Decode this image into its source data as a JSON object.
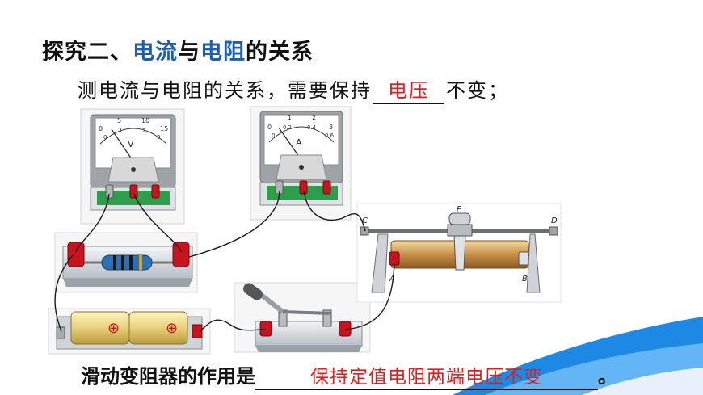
{
  "title": {
    "part1": "探究二、",
    "part2": "电流",
    "part3": "与",
    "part4": "电阻",
    "part5": "的关系"
  },
  "line1": {
    "prefix": "测电流与电阻的关系，需要保持",
    "answer": "电压",
    "suffix": "不变；"
  },
  "bottom": {
    "prefix": "滑动变阻器的作用是",
    "answer": "保持定值电阻两端电压不变",
    "suffix": "。"
  },
  "voltmeter": {
    "unit": "V",
    "scale_top": [
      "0",
      "5",
      "10",
      "15"
    ],
    "scale_bottom": [
      "0",
      "1",
      "2",
      "3"
    ]
  },
  "ammeter": {
    "unit": "A",
    "scale_top": [
      "0",
      "1",
      "2",
      "3"
    ],
    "scale_bottom": [
      "0",
      "0.2",
      "0.4",
      "0.6"
    ]
  },
  "rheostat": {
    "labels": {
      "c": "C",
      "d": "D",
      "p": "P",
      "a": "A",
      "b": "B"
    }
  },
  "battery": {
    "plus_sign": "⊕"
  },
  "colors": {
    "title_highlight": "#1a5fb4",
    "answer": "#e02020",
    "terminal": "#c8141c",
    "accent_wave": "#1e88e5"
  }
}
